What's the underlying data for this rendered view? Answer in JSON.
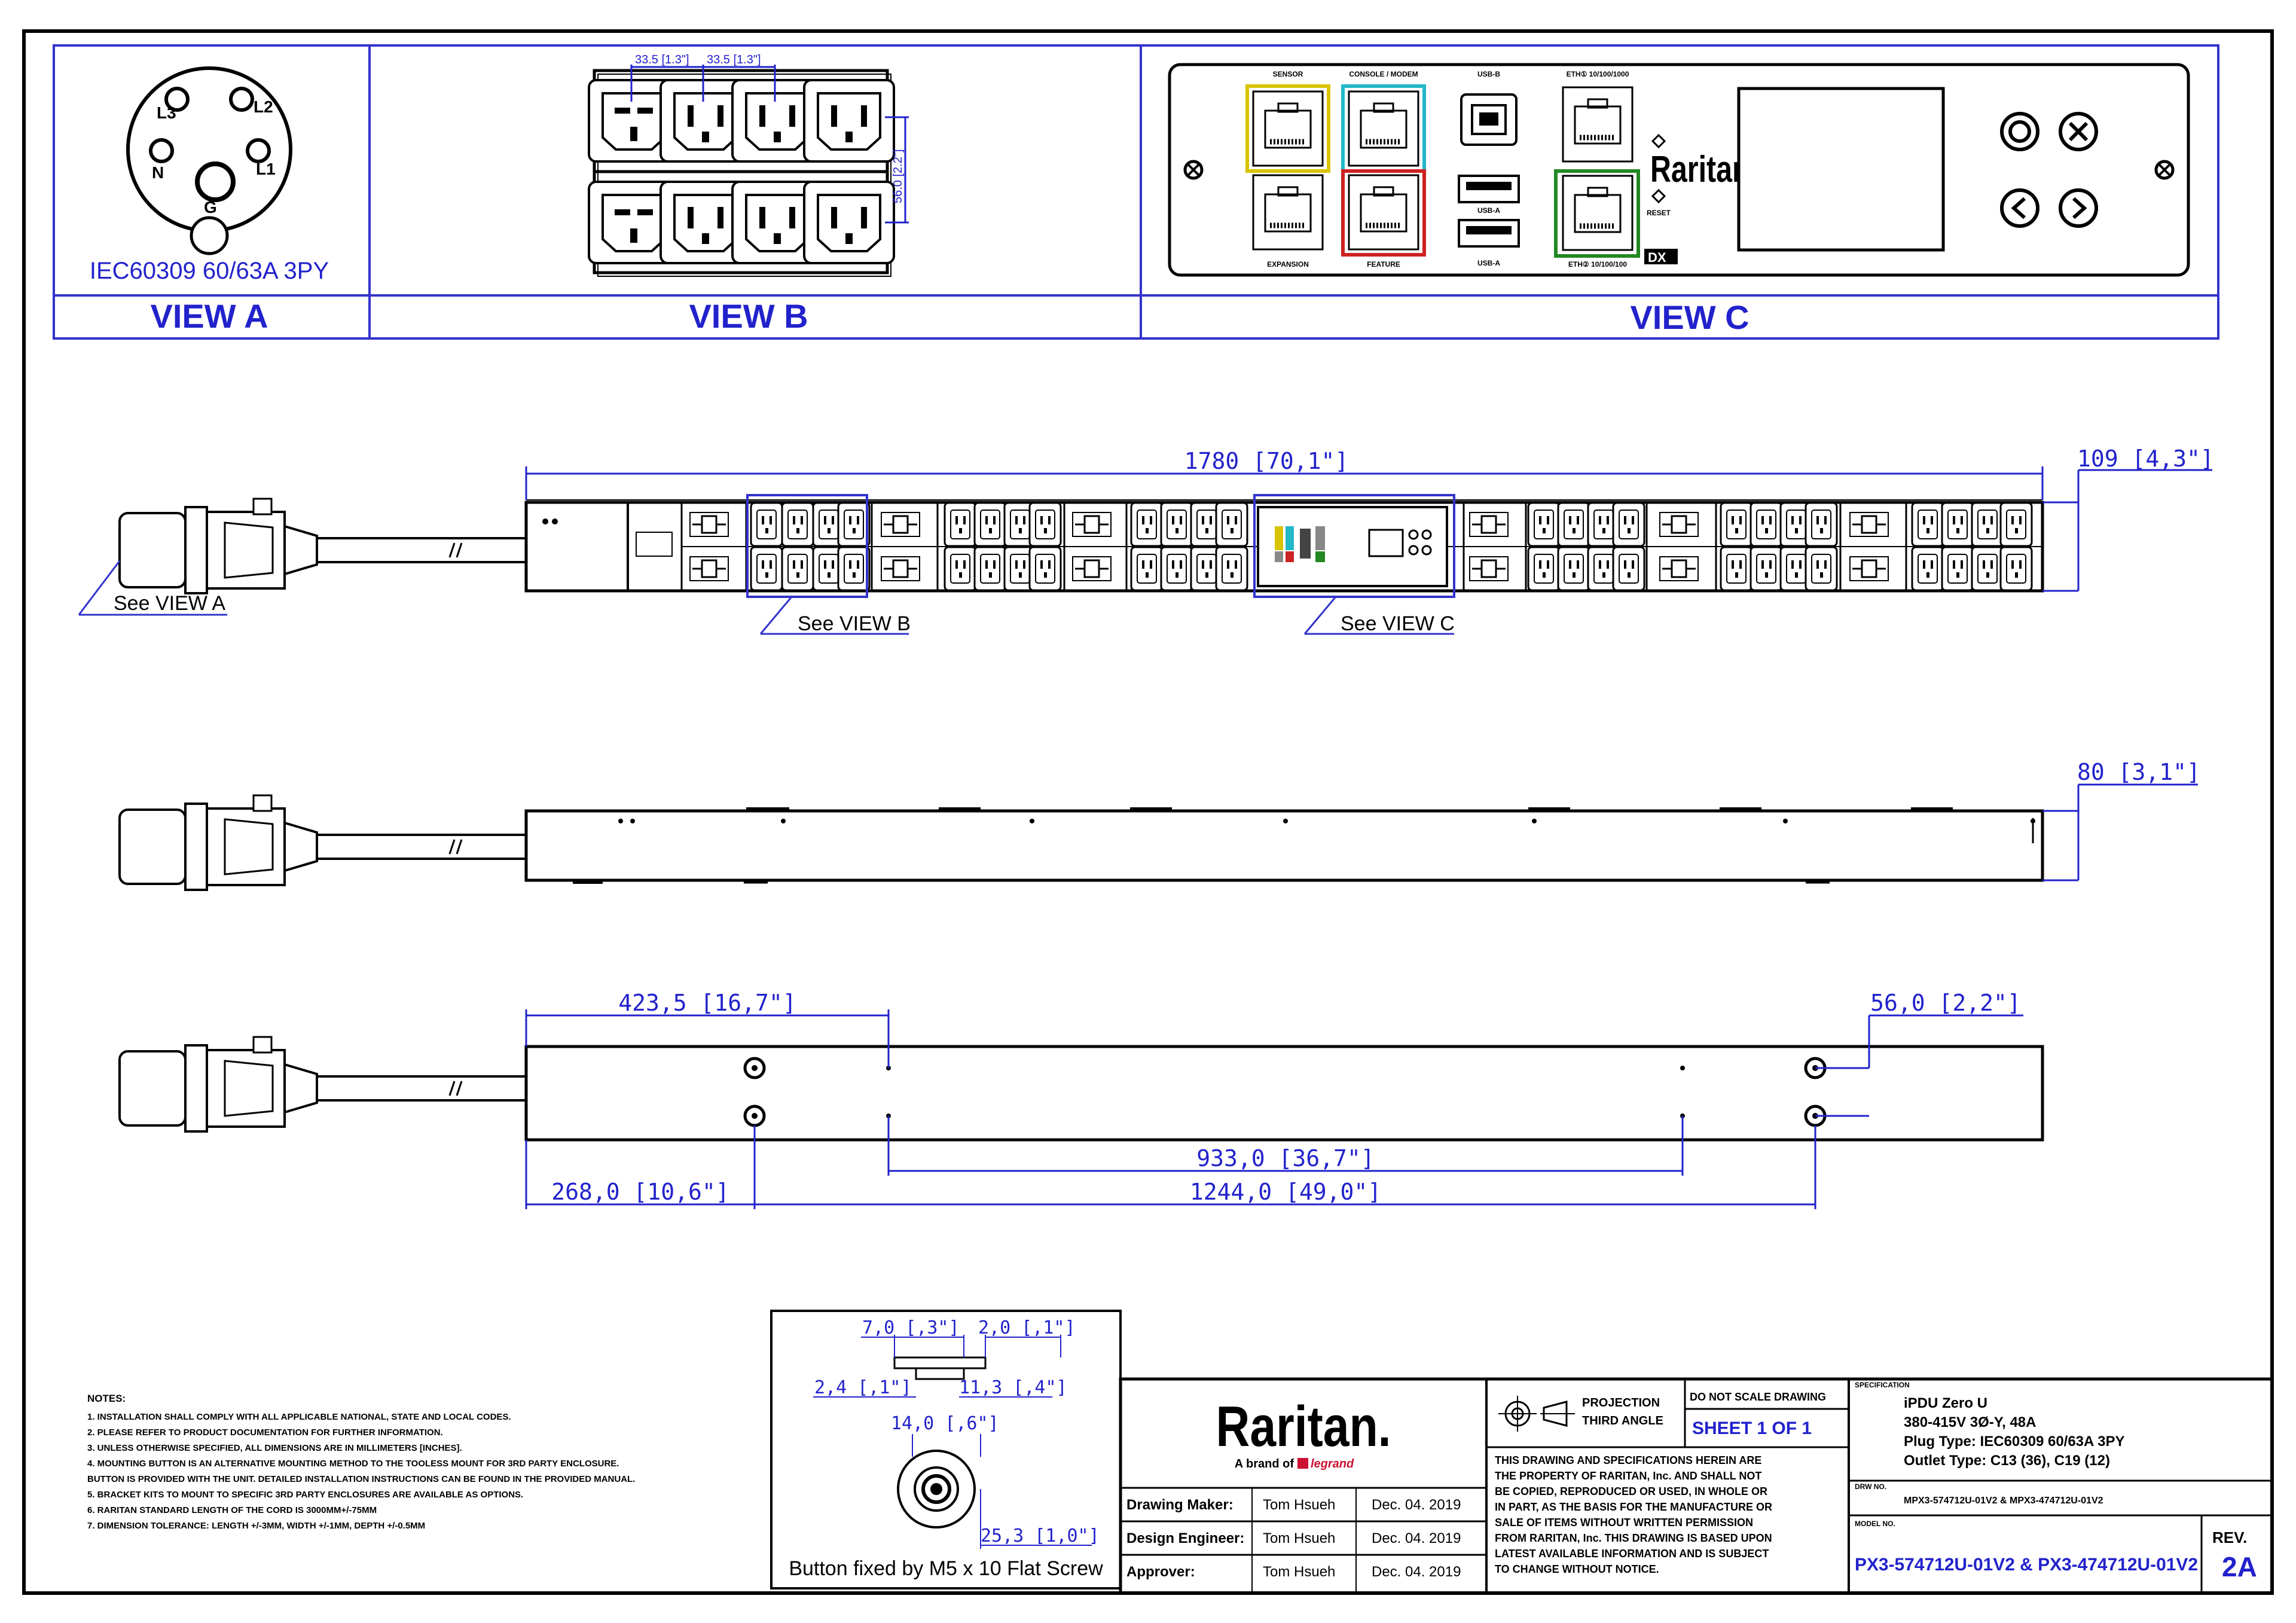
{
  "views": {
    "a_plug_label": "IEC60309 60/63A 3PY",
    "a_title": "VIEW A",
    "b_title": "VIEW B",
    "c_title": "VIEW C",
    "pins": [
      "L3",
      "L2",
      "N",
      "L1",
      "G"
    ],
    "b_dims": [
      "33.5 [1.3\"]",
      "33.5 [1.3\"]",
      "56.0 [2.2\"]"
    ],
    "c_port_labels": [
      "SENSOR",
      "CONSOLE / MODEM",
      "USB-B",
      "ETH① 10/100/1000",
      "EXPANSION",
      "FEATURE",
      "USB-A",
      "USB-A",
      "ETH② 10/100/100",
      "RESET"
    ],
    "c_brand": "Raritan"
  },
  "callouts": {
    "see_a": "See VIEW A",
    "see_b": "See VIEW B",
    "see_c": "See VIEW C"
  },
  "dimensions": {
    "length": "1780 [70,1\"]",
    "width": "109 [4,3\"]",
    "depth": "80 [3,1\"]",
    "d1": "423,5 [16,7\"]",
    "d2": "56,0 [2,2\"]",
    "d3": "933,0 [36,7\"]",
    "d4": "268,0 [10,6\"]",
    "d5": "1244,0 [49,0\"]"
  },
  "notes": {
    "title": "NOTES:",
    "items": [
      "1. INSTALLATION SHALL COMPLY WITH ALL APPLICABLE NATIONAL, STATE AND LOCAL CODES.",
      "2. PLEASE REFER TO PRODUCT DOCUMENTATION FOR FURTHER INFORMATION.",
      "3. UNLESS OTHERWISE SPECIFIED, ALL DIMENSIONS ARE IN MILLIMETERS [INCHES].",
      "4. MOUNTING BUTTON IS AN ALTERNATIVE MOUNTING METHOD TO THE TOOLESS MOUNT FOR 3RD PARTY ENCLOSURE.",
      "   BUTTON IS PROVIDED WITH THE UNIT. DETAILED INSTALLATION INSTRUCTIONS CAN BE FOUND IN THE PROVIDED MANUAL.",
      "5. BRACKET KITS TO MOUNT TO SPECIFIC 3RD PARTY ENCLOSURES ARE AVAILABLE AS OPTIONS.",
      "6. RARITAN STANDARD LENGTH OF THE CORD IS 3000MM+/-75MM",
      "7. DIMENSION TOLERANCE: LENGTH +/-3MM, WIDTH +/-1MM, DEPTH +/-0.5MM"
    ]
  },
  "button_detail": {
    "dims": [
      "7,0 [,3\"]",
      "2,0 [,1\"]",
      "2,4 [,1\"]",
      "11,3 [,4\"]",
      "14,0 [,6\"]",
      "25,3 [1,0\"]"
    ],
    "caption": "Button fixed by M5 x 10 Flat Screw"
  },
  "title_block": {
    "brand": "Raritan.",
    "brand_sub_prefix": "A brand of",
    "brand_sub_name": "legrand",
    "roles": [
      {
        "role": "Drawing Maker:",
        "name": "Tom Hsueh",
        "date": "Dec. 04. 2019"
      },
      {
        "role": "Design Engineer:",
        "name": "Tom Hsueh",
        "date": "Dec. 04. 2019"
      },
      {
        "role": "Approver:",
        "name": "Tom Hsueh",
        "date": "Dec. 04. 2019"
      }
    ],
    "projection": "PROJECTION",
    "third_angle": "THIRD ANGLE",
    "do_not_scale": "DO NOT SCALE DRAWING",
    "sheet": "SHEET 1 OF 1",
    "disclaimer": [
      "THIS DRAWING AND SPECIFICATIONS HEREIN ARE",
      "THE PROPERTY OF RARITAN, Inc. AND SHALL NOT",
      "BE COPIED, REPRODUCED OR USED, IN WHOLE OR",
      "IN PART, AS THE BASIS FOR THE MANUFACTURE OR",
      "SALE OF ITEMS WITHOUT WRITTEN PERMISSION",
      "FROM RARITAN, Inc. THIS DRAWING IS BASED UPON",
      "LATEST AVAILABLE INFORMATION AND IS SUBJECT",
      "TO CHANGE WITHOUT NOTICE."
    ],
    "spec_label": "SPECIFICATION",
    "spec": [
      "iPDU Zero U",
      "380-415V 3Ø-Y, 48A",
      "Plug Type: IEC60309 60/63A 3PY",
      "Outlet Type: C13 (36), C19 (12)"
    ],
    "drw_label": "DRW NO.",
    "drw_no": "MPX3-574712U-01V2 & MPX3-474712U-01V2",
    "model_label": "MODEL NO.",
    "model_no": "PX3-574712U-01V2 & PX3-474712U-01V2",
    "rev_label": "REV.",
    "rev": "2A"
  },
  "colors": {
    "dimension": "#2222cc",
    "line": "#000000",
    "sensor_port": "#d8c400",
    "console_port": "#22b8c8",
    "feature_port": "#cc2222",
    "eth2_port": "#228822"
  }
}
